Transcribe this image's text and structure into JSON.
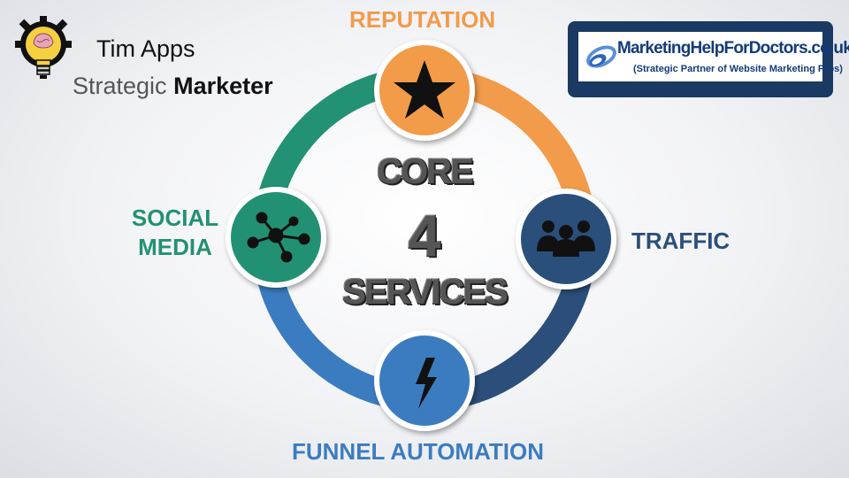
{
  "branding": {
    "name": "Tim Apps",
    "tagline_light": "Strategic",
    "tagline_bold": "Marketer",
    "icon": "gear-lightbulb-brain-icon"
  },
  "partner": {
    "site": "MarketingHelpForDoctors.co.uk",
    "subtitle": "(Strategic Partner of Website Marketing Pros)",
    "icon": "swirl-logo-icon"
  },
  "center": {
    "line1": "CORE",
    "line2": "4",
    "line3": "SERVICES"
  },
  "services": [
    {
      "label": "REPUTATION",
      "icon": "star-icon",
      "color": "#f29b4a"
    },
    {
      "label": "TRAFFIC",
      "icon": "people-group-icon",
      "color": "#2b4f7a"
    },
    {
      "label": "FUNNEL AUTOMATION",
      "icon": "lightning-bolt-icon",
      "color": "#3b7cc0"
    },
    {
      "label_line1": "SOCIAL",
      "label_line2": "MEDIA",
      "icon": "network-nodes-icon",
      "color": "#239173"
    }
  ],
  "colors": {
    "orange": "#f29b4a",
    "navy": "#2b4f7a",
    "blue": "#3b7cc0",
    "green": "#239173"
  }
}
